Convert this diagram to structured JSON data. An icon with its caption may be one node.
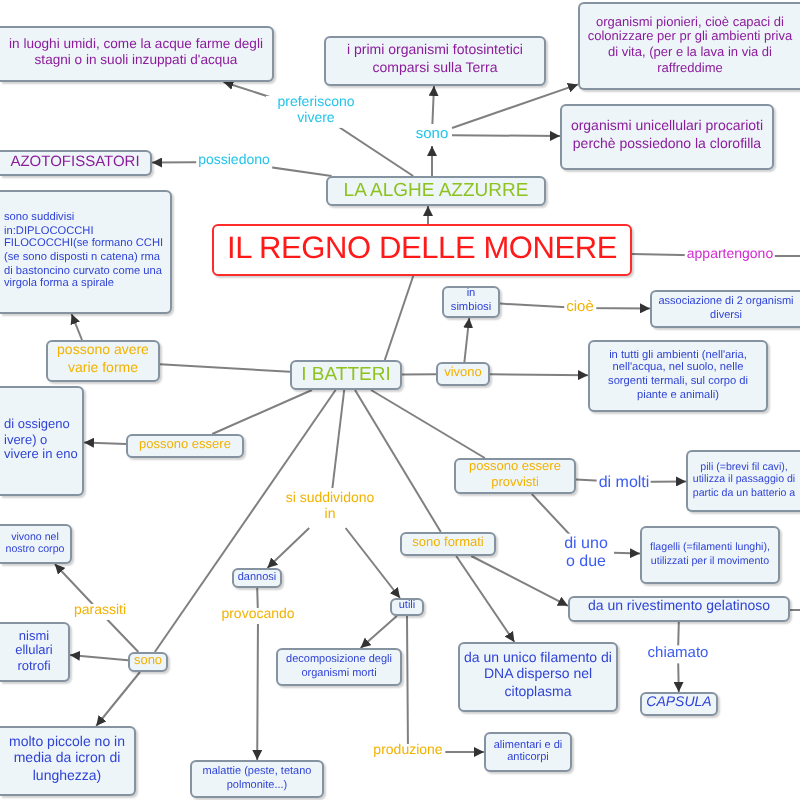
{
  "diagram": {
    "nodes": [
      {
        "text": [
          "in luoghi umidi, come la acque farme degli stagni o in suoli inzuppati d'acqua"
        ]
      },
      {
        "text": [
          "i primi organismi fotosintetici comparsi sulla Terra"
        ]
      },
      {
        "text": [
          "organismi pionieri, cioè capaci di colonizzare per pr gli ambienti priva di vita, (per e la lava in via di raffreddime"
        ]
      },
      {
        "text": [
          "sono"
        ]
      },
      {
        "text": [
          "organismi unicellulari procarioti perchè possiedono la clorofilla"
        ]
      },
      {
        "text": [
          "AZOTOFISSATORI"
        ]
      },
      {
        "text": [
          "LA ALGHE AZZURRE"
        ]
      },
      {
        "text": [
          "sono suddivisi in:DIPLOCOCCHI FILOCOCCHI(se formano CCHI (se sono disposti n catena) rma di bastoncino curvato come una virgola forma a spirale"
        ]
      },
      {
        "text": [
          "IL REGNO DELLE MONERE"
        ]
      },
      {
        "text": [
          "in simbiosi"
        ]
      },
      {
        "text": [
          "associazione di 2 organismi diversi"
        ]
      },
      {
        "text": [
          "possono avere varie forme"
        ]
      },
      {
        "text": [
          "I BATTERI"
        ]
      },
      {
        "text": [
          "vivono"
        ]
      },
      {
        "text": [
          "in tutti gli ambienti (nell'aria, nell'acqua, nel suolo, nelle sorgenti termali, sul corpo di piante e animali)"
        ]
      },
      {
        "text": [
          "di ossigeno ivere) o vivere in eno"
        ]
      },
      {
        "text": [
          "possono essere"
        ]
      },
      {
        "text": [
          "possono essere provvisti"
        ]
      },
      {
        "text": [
          "pili (=brevi fil cavi), utilizza il passaggio di partic da un batterio a"
        ]
      },
      {
        "text": [
          "si suddividono in"
        ]
      },
      {
        "text": [
          "vivono nel nostro corpo"
        ]
      },
      {
        "text": [
          "flagelli (=filamenti lunghi), utilizzati per il movimento"
        ]
      },
      {
        "text": [
          "sono formati"
        ]
      },
      {
        "text": [
          "dannosi"
        ]
      },
      {
        "text": [
          "utili"
        ]
      },
      {
        "text": [
          "da un rivestimento gelatinoso"
        ]
      },
      {
        "text": [
          "nismi ellulari rotrofi"
        ]
      },
      {
        "text": [
          "sono"
        ]
      },
      {
        "text": [
          "decomposizione degli organismi morti"
        ]
      },
      {
        "text": [
          "da un unico filamento di DNA disperso nel citoplasma"
        ]
      },
      {
        "text": [
          "CAPSULA"
        ]
      },
      {
        "text": [
          "molto piccole no in media da icron di lunghezza)"
        ]
      },
      {
        "text": [
          "alimentari e di anticorpi"
        ]
      },
      {
        "text": [
          "malattie (peste, tetano polmonite...)"
        ]
      }
    ],
    "edges": [
      {
        "from": 6,
        "to": 0,
        "arrow": "to",
        "label": "preferiscono vivere"
      },
      {
        "from": 6,
        "to": 3,
        "arrow": "to"
      },
      {
        "from": 3,
        "to": 1,
        "arrow": "to"
      },
      {
        "from": 3,
        "to": 2,
        "arrow": "to"
      },
      {
        "from": 3,
        "to": 4,
        "arrow": "to"
      },
      {
        "from": 6,
        "to": 5,
        "arrow": "to",
        "label": "possiedono"
      },
      {
        "from": 8,
        "to": 6,
        "arrow": "to"
      },
      {
        "from": 8,
        "to": null,
        "arrow": "none",
        "label": "appartengono"
      },
      {
        "from": 8,
        "to": 12,
        "arrow": "none"
      },
      {
        "from": 12,
        "to": 11,
        "arrow": "none"
      },
      {
        "from": 11,
        "to": 7,
        "arrow": "to"
      },
      {
        "from": 12,
        "to": 16,
        "arrow": "none"
      },
      {
        "from": 16,
        "to": 15,
        "arrow": "to"
      },
      {
        "from": 12,
        "to": 13,
        "arrow": "none"
      },
      {
        "from": 13,
        "to": 9,
        "arrow": "to"
      },
      {
        "from": 13,
        "to": 14,
        "arrow": "to"
      },
      {
        "from": 9,
        "to": 10,
        "arrow": "to",
        "label": "cioè"
      },
      {
        "from": 12,
        "to": 17,
        "arrow": "none"
      },
      {
        "from": 17,
        "to": 18,
        "arrow": "to",
        "label": "di molti"
      },
      {
        "from": 17,
        "to": 21,
        "arrow": "to",
        "label": "di uno o due"
      },
      {
        "from": 12,
        "to": 22,
        "arrow": "none"
      },
      {
        "from": 22,
        "to": 25,
        "arrow": "to"
      },
      {
        "from": 22,
        "to": 29,
        "arrow": "to"
      },
      {
        "from": 25,
        "to": 30,
        "arrow": "to",
        "label": "chiamato"
      },
      {
        "from": 25,
        "to": null,
        "arrow": "none"
      },
      {
        "from": 12,
        "to": 19,
        "arrow": "none"
      },
      {
        "from": 19,
        "to": 23,
        "arrow": "to"
      },
      {
        "from": 19,
        "to": 24,
        "arrow": "to"
      },
      {
        "from": 23,
        "to": 33,
        "arrow": "to",
        "label": "provocando"
      },
      {
        "from": 24,
        "to": 28,
        "arrow": "to"
      },
      {
        "from": 24,
        "to": 32,
        "arrow": "to",
        "label": "produzione"
      },
      {
        "from": 12,
        "to": 27,
        "arrow": "none"
      },
      {
        "from": 27,
        "to": 20,
        "arrow": "to",
        "label": "parassiti"
      },
      {
        "from": 27,
        "to": 26,
        "arrow": "to"
      },
      {
        "from": 27,
        "to": 31,
        "arrow": "to"
      }
    ]
  }
}
